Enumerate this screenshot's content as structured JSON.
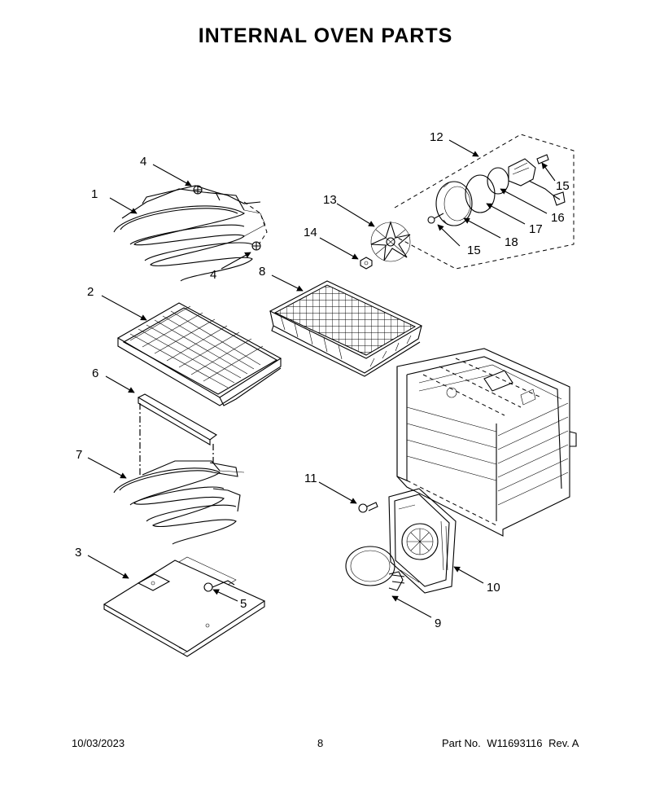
{
  "title": "INTERNAL OVEN PARTS",
  "callouts": [
    {
      "id": "c1",
      "text": "1"
    },
    {
      "id": "c2",
      "text": "2"
    },
    {
      "id": "c3",
      "text": "3"
    },
    {
      "id": "c4a",
      "text": "4"
    },
    {
      "id": "c4b",
      "text": "4"
    },
    {
      "id": "c5",
      "text": "5"
    },
    {
      "id": "c6",
      "text": "6"
    },
    {
      "id": "c7",
      "text": "7"
    },
    {
      "id": "c8",
      "text": "8"
    },
    {
      "id": "c9",
      "text": "9"
    },
    {
      "id": "c10",
      "text": "10"
    },
    {
      "id": "c11",
      "text": "11"
    },
    {
      "id": "c12",
      "text": "12"
    },
    {
      "id": "c13",
      "text": "13"
    },
    {
      "id": "c14",
      "text": "14"
    },
    {
      "id": "c15a",
      "text": "15"
    },
    {
      "id": "c15b",
      "text": "15"
    },
    {
      "id": "c16",
      "text": "16"
    },
    {
      "id": "c17",
      "text": "17"
    },
    {
      "id": "c18",
      "text": "18"
    }
  ],
  "footer": {
    "date": "10/03/2023",
    "page": "8",
    "part_label": "Part No.",
    "part_number": "W11693116",
    "rev": "Rev. A"
  }
}
